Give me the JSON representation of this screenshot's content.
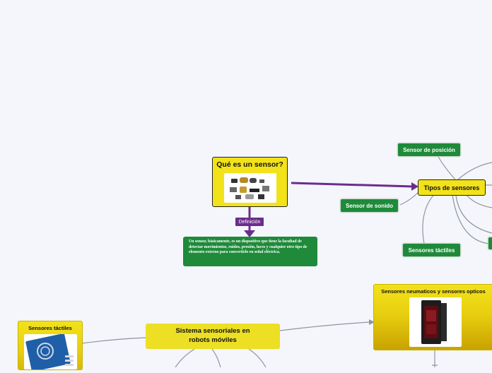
{
  "central_question": {
    "title": "Qué es un sensor?",
    "image_icon": "sensor-collection-photo"
  },
  "definition": {
    "connector_label": "Definición",
    "text": "Un sensor, básicamente, es un dispositivo que tiene la facultad de detectar movimientos, ruidos, presión, luces y cualquier otro tipo de elemento externo para convertirlo en señal eléctrica."
  },
  "tipos": {
    "title": "Tipos de sensores",
    "children": {
      "posicion": "Sensor de posición",
      "sonido": "Sensor de sonido",
      "tactiles": "Sensores táctiles"
    }
  },
  "sistema": {
    "title": "Sistema sensoriales en robots móviles"
  },
  "neumaticos": {
    "title": "Sensores neumaticos y sensores opticos",
    "image_icon": "optical-sensor-photo"
  },
  "tactiles_card": {
    "title": "Sensores táctiles",
    "image_icon": "touch-sensor-board-photo"
  },
  "colors": {
    "background": "#f4f6fb",
    "topic_yellow": "#f2e21a",
    "subtopic_green": "#1e8a3a",
    "connector_purple": "#6b2d8c",
    "line_gray": "#8e969c"
  }
}
